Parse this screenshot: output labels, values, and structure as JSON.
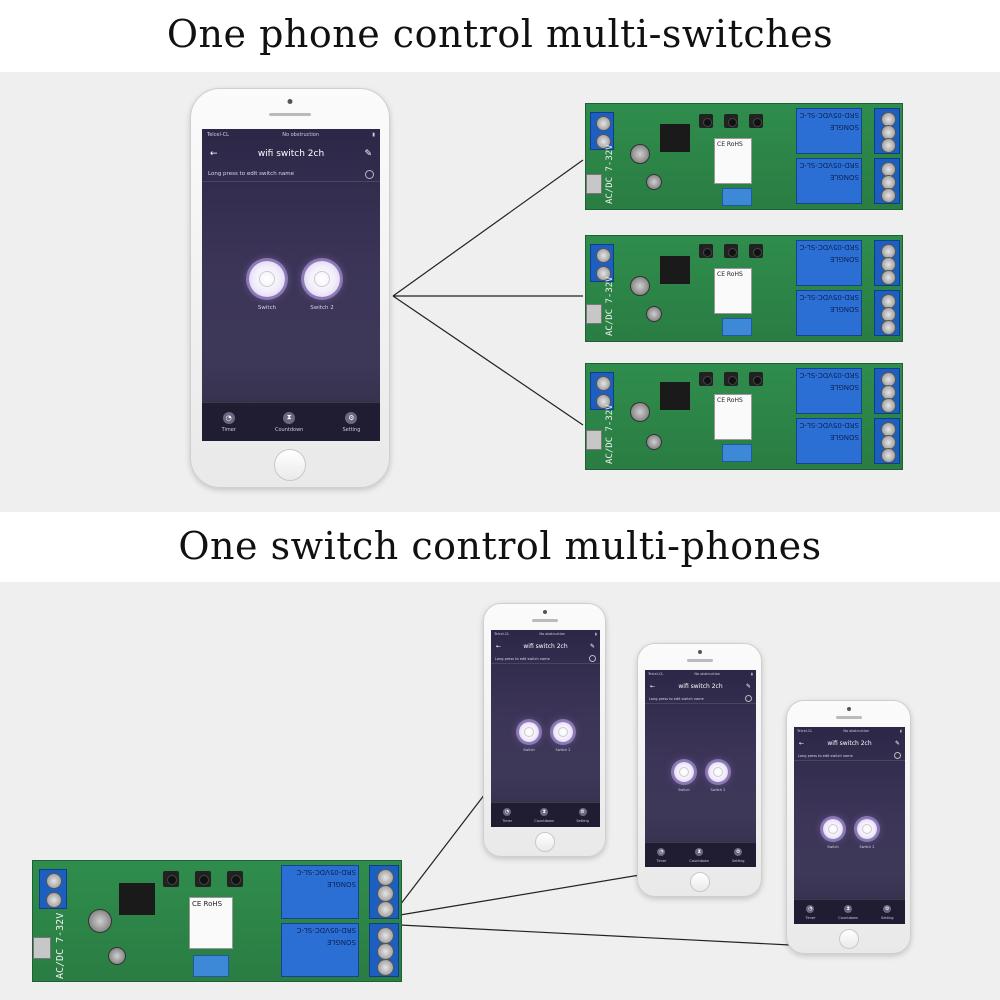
{
  "headings": {
    "top": "One phone control multi-switches",
    "bottom": "One switch control multi-phones"
  },
  "app": {
    "status_carrier": "Telcel-CL",
    "status_center": "No obstruction",
    "title": "wifi switch 2ch",
    "hint": "Long press to edit switch name",
    "switch1": "Switch",
    "switch2": "Switch 2",
    "tab_timer": "Timer",
    "tab_countdown": "Countdown",
    "tab_setting": "Setting"
  },
  "board": {
    "power_label": "AC/DC 7-32V",
    "module_brand": "CE RoHS",
    "relay_label": "SRD-05VDC-SL-C",
    "relay_brand": "SONGLE"
  },
  "icons": {
    "back": "arrow-left-icon",
    "edit": "pencil-icon",
    "info": "info-icon",
    "power": "power-icon",
    "timer": "clock-icon",
    "countdown": "hourglass-icon",
    "setting": "gear-icon"
  },
  "colors": {
    "band": "#efefef",
    "screen": "#3c3558",
    "pcb": "#2f8d4c",
    "relay": "#2b6fd4",
    "terminal": "#1d5fc0"
  }
}
